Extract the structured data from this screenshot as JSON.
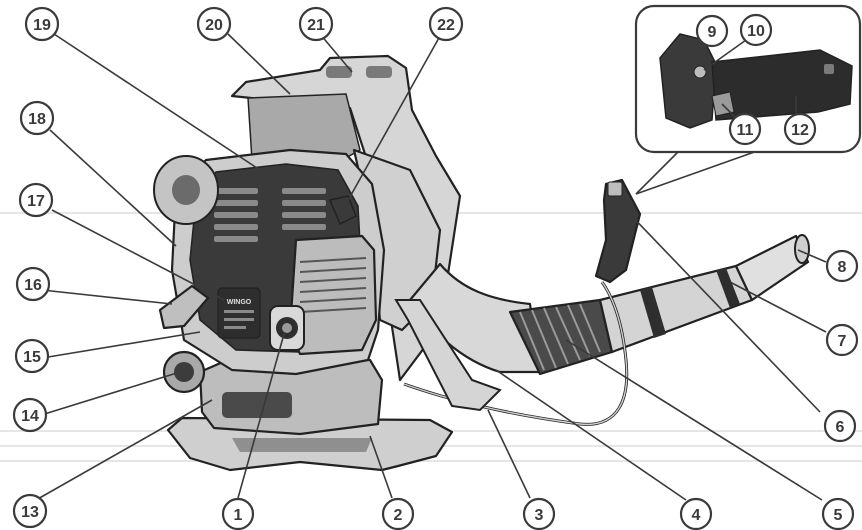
{
  "figure": {
    "colors": {
      "line": "#222222",
      "dark": "#2e2e2e",
      "mid": "#5a5a5a",
      "light": "#bdbdbd",
      "lighter": "#d6d6d6",
      "callout": "#3a3a3a"
    },
    "callouts": [
      "1",
      "2",
      "3",
      "4",
      "5",
      "6",
      "7",
      "8",
      "9",
      "10",
      "11",
      "12",
      "13",
      "14",
      "15",
      "16",
      "17",
      "18",
      "19",
      "20",
      "21",
      "22"
    ],
    "engine_brand_badge": "WINGO",
    "inset": {
      "label": "handle-detail-inset"
    }
  }
}
